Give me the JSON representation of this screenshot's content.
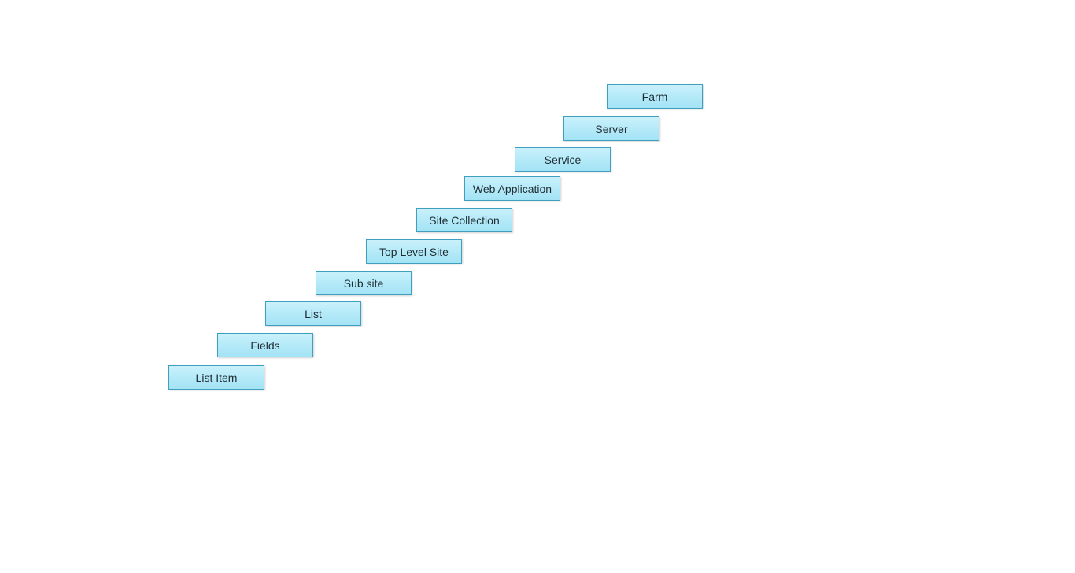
{
  "diagram": {
    "steps": [
      {
        "label": "Farm"
      },
      {
        "label": "Server"
      },
      {
        "label": "Service"
      },
      {
        "label": "Web Application"
      },
      {
        "label": "Site Collection"
      },
      {
        "label": "Top Level Site"
      },
      {
        "label": "Sub site"
      },
      {
        "label": "List"
      },
      {
        "label": "Fields"
      },
      {
        "label": "List Item"
      }
    ]
  }
}
